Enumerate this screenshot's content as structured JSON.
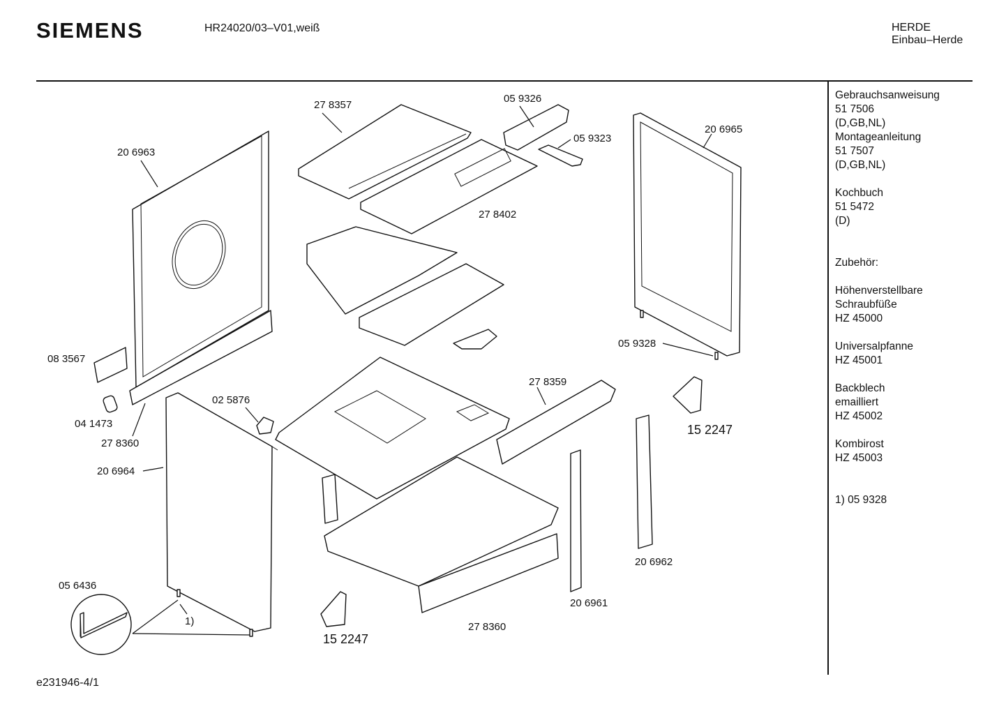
{
  "header": {
    "brand": "SIEMENS",
    "model": "HR24020/03–V01,weiß",
    "category": "HERDE",
    "subcategory": "Einbau–Herde"
  },
  "sidebar": {
    "manual_title": "Gebrauchsanweisung",
    "manual_number": "51 7506",
    "manual_langs": "(D,GB,NL)",
    "assembly_title": "Montageanleitung",
    "assembly_number": "51 7507",
    "assembly_langs": "(D,GB,NL)",
    "cookbook_title": "Kochbuch",
    "cookbook_number": "51 5472",
    "cookbook_langs": "(D)",
    "accessories_title": "Zubehör:",
    "feet_line1": "Höhenverstellbare",
    "feet_line2": "Schraubfüße",
    "feet_number": "HZ 45000",
    "pan_title": "Universalpfanne",
    "pan_number": "HZ 45001",
    "tray_line1": "Backblech",
    "tray_line2": "emailliert",
    "tray_number": "HZ 45002",
    "rack_title": "Kombirost",
    "rack_number": "HZ 45003",
    "footnote": "1)  05 9328"
  },
  "parts": {
    "p278357": "27 8357",
    "p059326": "05 9326",
    "p059323": "05 9323",
    "p206965": "20 6965",
    "p206963": "20 6963",
    "p278402": "27 8402",
    "p059328": "05 9328",
    "p083567": "08 3567",
    "p041473": "04 1473",
    "p278360a": "27 8360",
    "p025876": "02 5876",
    "p278359": "27 8359",
    "p152247a": "15 2247",
    "p206964": "20 6964",
    "p206962": "20 6962",
    "p056436": "05 6436",
    "p206961": "20 6961",
    "p152247b": "15 2247",
    "p278360b": "27 8360",
    "footnote_ref": "1)"
  },
  "footer": {
    "drawing_id": "e231946-4/1"
  }
}
